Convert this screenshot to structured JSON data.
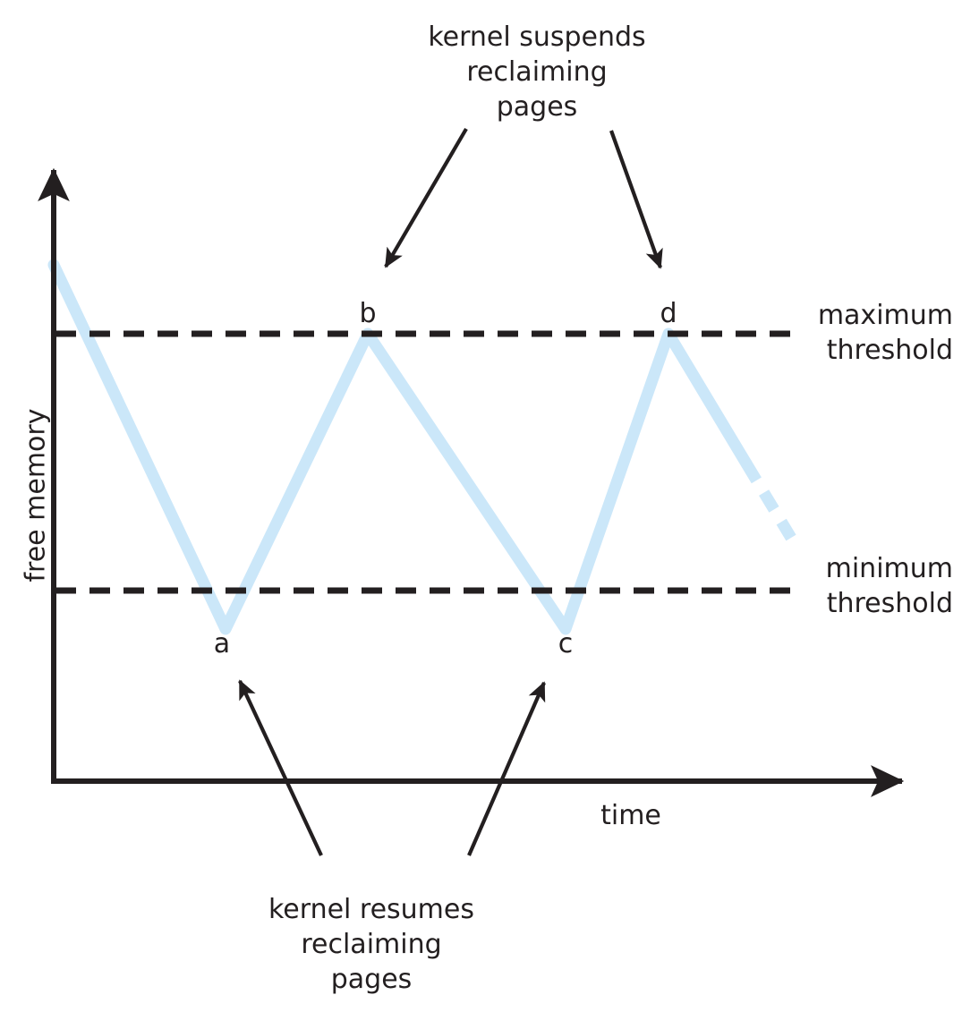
{
  "figure": {
    "title_top_annotation": "kernel suspends\nreclaiming\npages",
    "title_bottom_annotation": "kernel resumes\nreclaiming\npages",
    "axis": {
      "y_label": "free memory",
      "x_label": "time"
    },
    "thresholds": {
      "maximum_label": "maximum\nthreshold",
      "minimum_label": "minimum\nthreshold"
    },
    "points": {
      "a": "a",
      "b": "b",
      "c": "c",
      "d": "d"
    },
    "colors": {
      "line": "#cbe7f9",
      "ink": "#231f20",
      "background": "#ffffff"
    }
  },
  "chart_data": {
    "type": "line",
    "title": "",
    "xlabel": "time",
    "ylabel": "free memory",
    "grid": false,
    "legend": null,
    "xlim": [
      0,
      100
    ],
    "ylim": [
      0,
      100
    ],
    "axis_style": "arrow-headed open axes, no tick marks, no numeric scale",
    "series": [
      {
        "name": "free memory",
        "style": "solid",
        "color": "#cbe7f9",
        "points": [
          {
            "x": 0,
            "y": 83,
            "label": null
          },
          {
            "x": 27.5,
            "y": 24.5,
            "label": "a"
          },
          {
            "x": 50.8,
            "y": 72,
            "label": "b"
          },
          {
            "x": 82.8,
            "y": 24.5,
            "label": "c"
          },
          {
            "x": 99.5,
            "y": 72,
            "label": "d"
          }
        ]
      },
      {
        "name": "projected continuation",
        "style": "dashed",
        "color": "#cbe7f9",
        "points": [
          {
            "x": 99.5,
            "y": 72
          },
          {
            "x": 119,
            "y": 43.5
          }
        ]
      }
    ],
    "reference_lines": [
      {
        "name": "maximum threshold",
        "orientation": "horizontal",
        "y": 72,
        "style": "dashed",
        "color": "#231f20",
        "label": "maximum threshold"
      },
      {
        "name": "minimum threshold",
        "orientation": "horizontal",
        "y": 36.5,
        "style": "dashed",
        "color": "#231f20",
        "label": "minimum threshold"
      }
    ],
    "annotations": [
      {
        "text": "kernel suspends reclaiming pages",
        "points_to": [
          "b",
          "d"
        ],
        "position": "above"
      },
      {
        "text": "kernel resumes reclaiming pages",
        "points_to": [
          "a",
          "c"
        ],
        "position": "below"
      }
    ]
  }
}
